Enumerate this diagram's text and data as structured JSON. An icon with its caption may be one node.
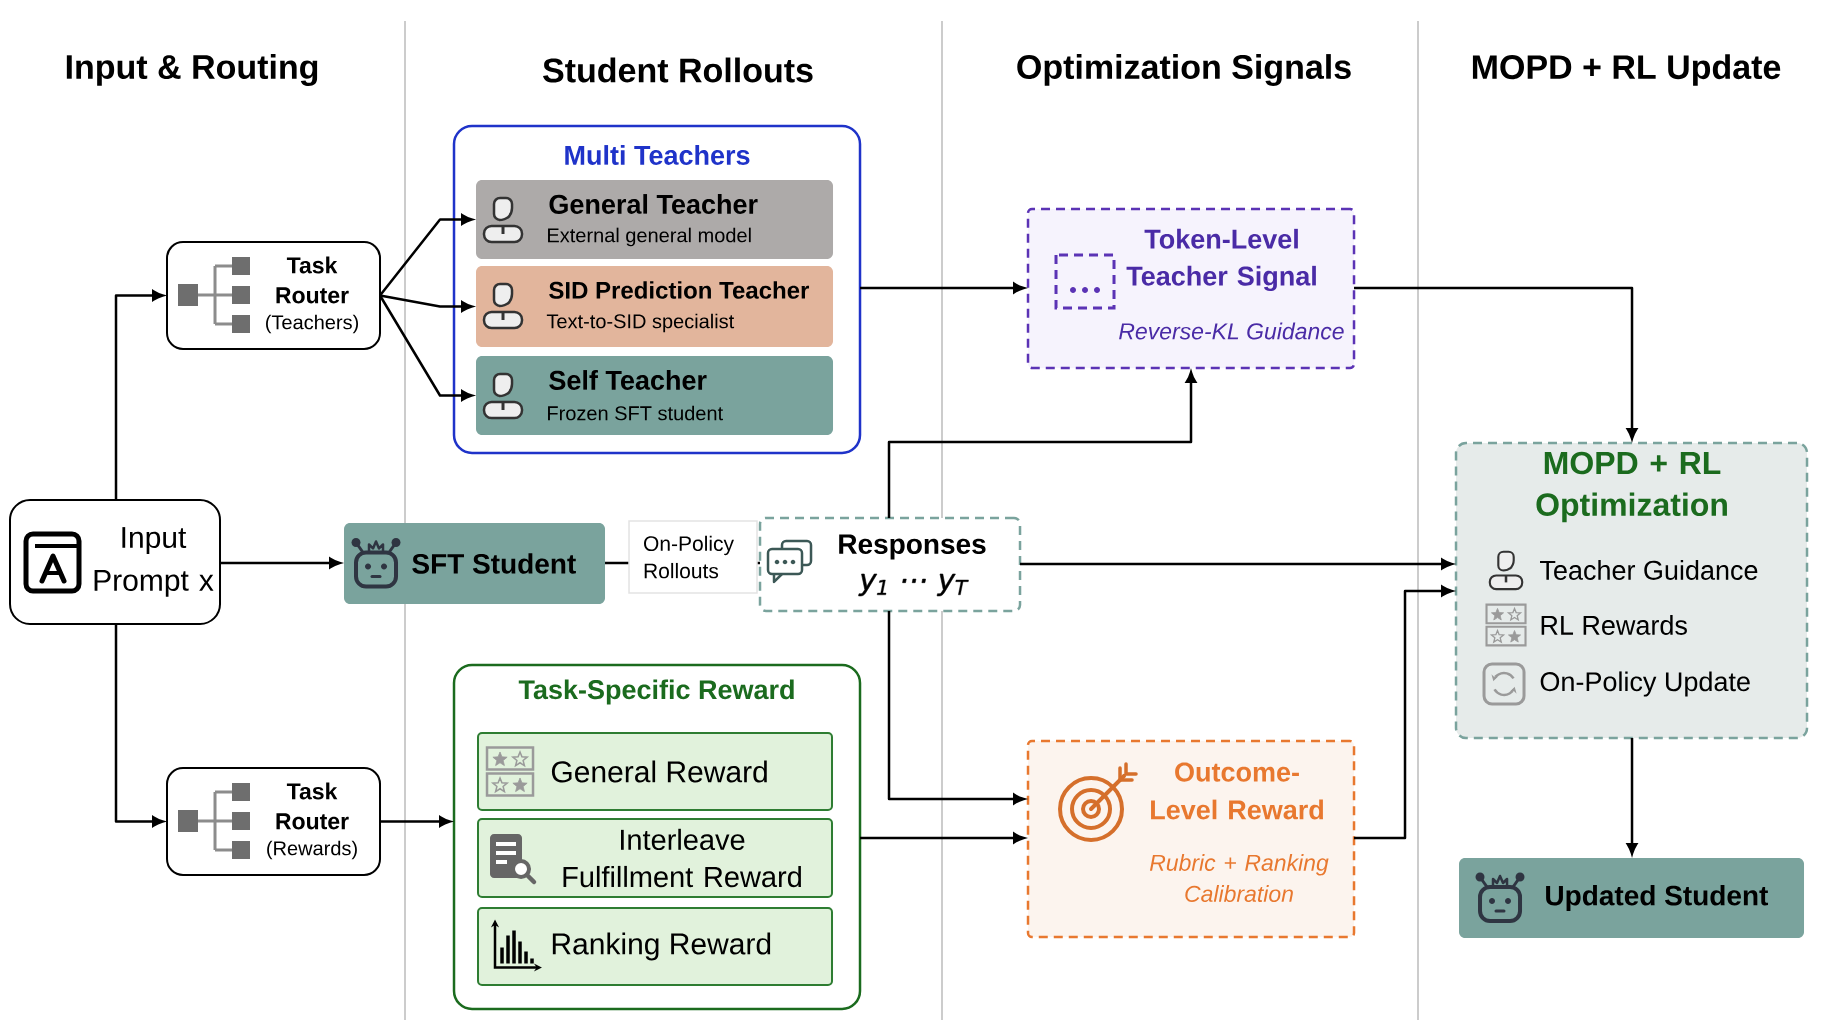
{
  "diagram": {
    "nodes": [
      {
        "text": [
          "Task Router",
          "(Teachers)"
        ]
      },
      {
        "text": [
          "Input Prompt x"
        ]
      },
      {
        "text": [
          "Task Router",
          "(Rewards)"
        ]
      },
      {
        "text": [
          "Multi Teachers"
        ]
      },
      {
        "text": [
          "General Teacher",
          "External general model"
        ],
        "in": 3
      },
      {
        "text": [
          "SID Prediction Teacher",
          "Text-to-SID specialist"
        ],
        "in": 3
      },
      {
        "text": [
          "Self Teacher",
          "Frozen SFT student"
        ],
        "in": 3
      },
      {
        "text": [
          "SFT Student"
        ]
      },
      {
        "text": [
          "Responses",
          "y$_{1}$ ⋯ y$_{T}$"
        ]
      },
      {
        "text": [
          "Task-Specific Reward"
        ]
      },
      {
        "text": [
          "General Reward"
        ],
        "in": 9
      },
      {
        "text": [
          "Interleave Fulfillment Reward"
        ],
        "in": 9
      },
      {
        "text": [
          "Ranking Reward"
        ],
        "in": 9
      },
      {
        "text": [
          "Token-Level Teacher Signal",
          "Reverse-KL Guidance"
        ]
      },
      {
        "text": [
          "Outcome-Level Reward",
          "Rubric + Ranking Calibration"
        ]
      },
      {
        "text": [
          "MOPD + RL Optimization",
          "Teacher Guidance",
          "RL Rewards",
          "On-Policy Update"
        ]
      },
      {
        "text": [
          "Updated Student"
        ]
      }
    ],
    "edges": [
      {
        "from": 1,
        "to": 0,
        "arrow": "to"
      },
      {
        "from": 1,
        "to": 2,
        "arrow": "to"
      },
      {
        "from": 1,
        "to": 7,
        "arrow": "to"
      },
      {
        "from": 0,
        "to": 4,
        "arrow": "to"
      },
      {
        "from": 0,
        "to": 5,
        "arrow": "to"
      },
      {
        "from": 0,
        "to": 6,
        "arrow": "to"
      },
      {
        "from": 2,
        "to": 9,
        "arrow": "to"
      },
      {
        "from": 7,
        "to": 8,
        "arrow": "none",
        "label": "On-Policy Rollouts"
      },
      {
        "from": 3,
        "to": 13,
        "arrow": "to"
      },
      {
        "from": 8,
        "to": 13,
        "arrow": "to"
      },
      {
        "from": 8,
        "to": 14,
        "arrow": "to"
      },
      {
        "from": 9,
        "to": 14,
        "arrow": "to"
      },
      {
        "from": 8,
        "to": 15,
        "arrow": "to"
      },
      {
        "from": 13,
        "to": 15,
        "arrow": "to"
      },
      {
        "from": 14,
        "to": 15,
        "arrow": "to"
      },
      {
        "from": 15,
        "to": 16,
        "arrow": "to"
      }
    ],
    "labels": [
      "Input & Routing",
      "Student Rollouts",
      "Optimization Signals",
      "MOPD + RL Update"
    ]
  }
}
